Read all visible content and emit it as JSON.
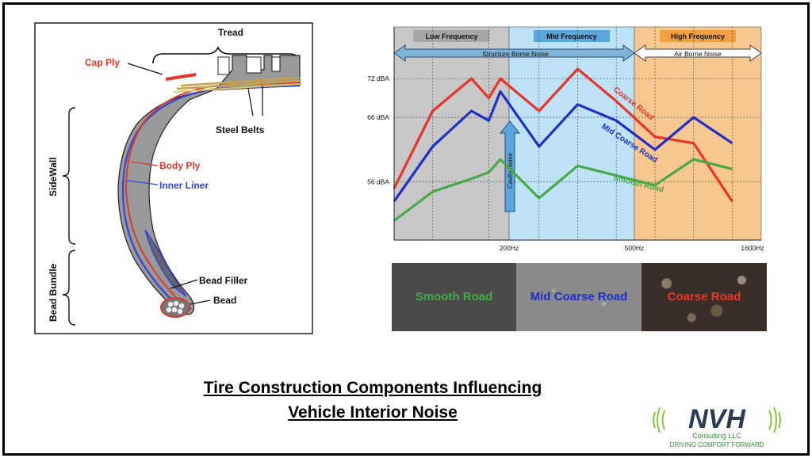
{
  "tire": {
    "tread": "Tread",
    "cap_ply": "Cap Ply",
    "steel_belts": "Steel Belts",
    "body_ply": "Body Ply",
    "inner_liner": "Inner Liner",
    "bead_filler": "Bead Filler",
    "bead": "Bead",
    "sidewall": "SideWall",
    "bead_bundle": "Bead Bundle"
  },
  "chart_data": {
    "type": "line",
    "x_ticks": [
      "200Hz",
      "500Hz",
      "1600Hz"
    ],
    "y_ticks": [
      "72 dBA",
      "66 dBA",
      "56 dBA"
    ],
    "bands": [
      {
        "name": "Low Frequency",
        "color": "#c8c8c8",
        "label_bg": "#a6a6a6"
      },
      {
        "name": "Mid Frequency",
        "color": "#bfe3f6",
        "label_bg": "#5aa7de"
      },
      {
        "name": "High Frequency",
        "color": "#f6c78f",
        "label_bg": "#f0a040"
      }
    ],
    "arrows": {
      "structure_borne": "Structure Borne Noise",
      "air_borne": "Air Borne Noise"
    },
    "cavity_noise": "Cavity Noise",
    "series": [
      {
        "name": "Coarse Road",
        "color": "#e8342a",
        "values": [
          55,
          67,
          72,
          69,
          72,
          67,
          73.5,
          68.5,
          63,
          62,
          53
        ]
      },
      {
        "name": "Mid Coarse Road",
        "color": "#1f2fc8",
        "values": [
          53,
          61.5,
          67,
          65.5,
          70,
          61.5,
          68,
          65.5,
          61,
          66,
          62
        ]
      },
      {
        "name": "Smooth Road",
        "color": "#4aa84a",
        "values": [
          50,
          54.5,
          56.5,
          57.5,
          59.5,
          53.5,
          58.5,
          57,
          55.5,
          59.5,
          58
        ]
      }
    ],
    "x_positions": [
      0,
      1,
      2,
      2.45,
      2.75,
      3.75,
      4.75,
      5.75,
      6.75,
      7.75,
      8.75
    ],
    "ylim": [
      47,
      80
    ]
  },
  "roads": [
    {
      "label": "Smooth Road",
      "color": "#4aa84a",
      "bg": "#4a4a4a"
    },
    {
      "label": "Mid Coarse Road",
      "color": "#1f2fc8",
      "bg": "#8a8a8a"
    },
    {
      "label": "Coarse Road",
      "color": "#e8342a",
      "bg": "#3a2e28"
    }
  ],
  "title": {
    "line1": "Tire Construction Components Influencing",
    "line2": "Vehicle Interior Noise"
  },
  "logo": {
    "name": "NVH",
    "sub": "Consulting LLC",
    "tagline": "DRIVING COMFORT FORWARD"
  }
}
